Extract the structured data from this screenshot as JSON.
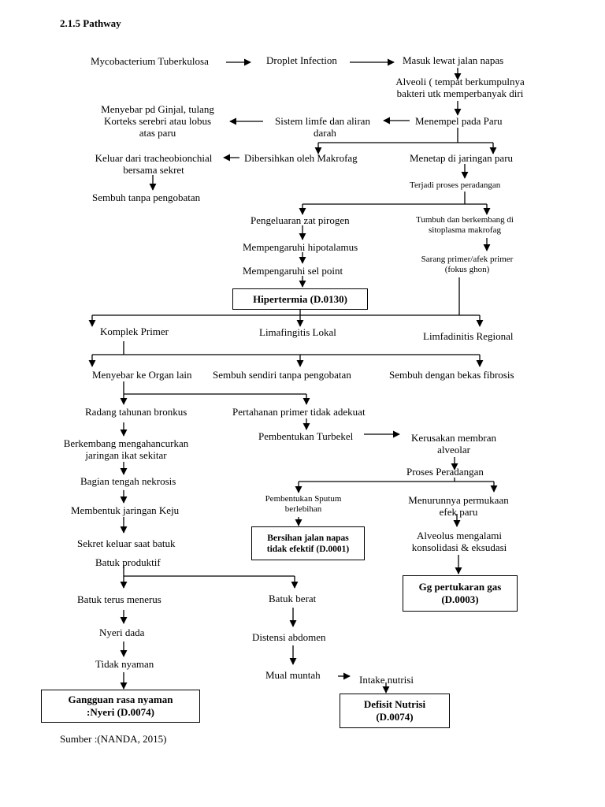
{
  "heading": "2.1.5  Pathway",
  "nodes": {
    "mycobacterium": "Mycobacterium Tuberkulosa",
    "droplet": "Droplet Infection",
    "masuk": "Masuk lewat jalan napas",
    "alveoli_1": "Alveoli ( tempat berkumpulnya",
    "alveoli_2": "bakteri utk memperbanyak diri",
    "menyebar_1": "Menyebar pd Ginjal, tulang",
    "menyebar_2": "Korteks serebri atau lobus",
    "menyebar_3": "atas paru",
    "sistem_1": "Sistem limfe dan aliran",
    "sistem_2": "darah",
    "menempel": "Menempel pada Paru",
    "keluar_1": "Keluar dari tracheobionchial",
    "keluar_2": "bersama sekret",
    "dibersihkan": "Dibersihkan oleh Makrofag",
    "menetap": "Menetap di jaringan paru",
    "sembuh_tanpa": "Sembuh tanpa pengobatan",
    "terjadi": "Terjadi proses peradangan",
    "pengeluaran": "Pengeluaran zat pirogen",
    "tumbuh_1": "Tumbuh dan berkembang di",
    "tumbuh_2": "sitoplasma makrofag",
    "hipotalamus": "Mempengaruhi hipotalamus",
    "sarang_1": "Sarang primer/afek primer",
    "sarang_2": "(fokus ghon)",
    "sel_point": "Mempengaruhi sel point",
    "komplek": "Komplek Primer",
    "limafingitis": "Limafingitis Lokal",
    "limfadinitis": "Limfadinitis Regional",
    "menyebar_organ": "Menyebar ke Organ lain",
    "sembuh_sendiri": "Sembuh sendiri tanpa pengobatan",
    "sembuh_fibrosis": "Sembuh dengan bekas fibrosis",
    "radang": "Radang  tahunan bronkus",
    "pertahanan": "Pertahanan primer tidak adekuat",
    "berkembang_1": "Berkembang mengahancurkan",
    "berkembang_2": "jaringan ikat sekitar",
    "turbekel": "Pembentukan Turbekel",
    "kerusakan_1": "Kerusakan membran",
    "kerusakan_2": "alveolar",
    "nekrosis": "Bagian tengah nekrosis",
    "proses": "Proses Peradangan",
    "keju": "Membentuk jaringan Keju",
    "sputum_1": "Pembentukan Sputum",
    "sputum_2": "berlebihan",
    "menurun_1": "Menurunnya permukaan",
    "menurun_2": "efek paru",
    "alveolus_1": "Alveolus mengalami",
    "alveolus_2": "konsolidasi & eksudasi",
    "sekret": "Sekret keluar saat batuk",
    "batuk_produktif": "Batuk produktif",
    "batuk_terus": "Batuk terus menerus",
    "batuk_berat": "Batuk berat",
    "nyeri_dada": "Nyeri dada",
    "distensi": "Distensi abdomen",
    "tidak_nyaman": "Tidak nyaman",
    "mual": "Mual muntah",
    "intake": "Intake  nutrisi"
  },
  "diagnoses": {
    "hipertermia": "Hipertermia (D.0130)",
    "bersihan_1": "Bersihan jalan napas",
    "bersihan_2": "tidak efektif (D.0001)",
    "gg_1": "Gg pertukaran gas",
    "gg_2": "(D.0003)",
    "nyeri_1": "Gangguan rasa nyaman",
    "nyeri_2": ":Nyeri (D.0074)",
    "defisit_1": "Defisit Nutrisi",
    "defisit_2": "(D.0074)"
  },
  "source": "Sumber :(NANDA, 2015)"
}
